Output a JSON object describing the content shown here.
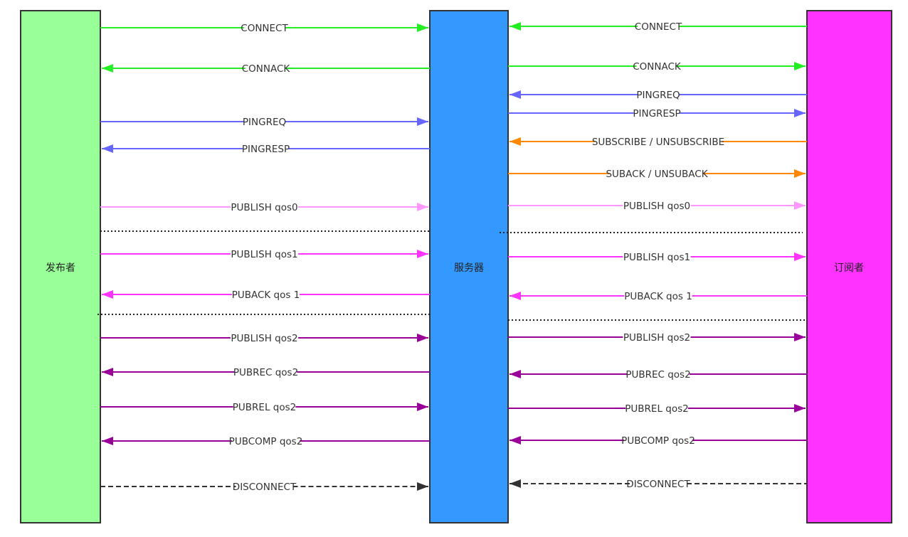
{
  "participants": {
    "publisher": {
      "label": "发布者",
      "color": "#99ff99"
    },
    "broker": {
      "label": "服务器",
      "color": "#3399ff"
    },
    "subscriber": {
      "label": "订阅者",
      "color": "#ff33ff"
    }
  },
  "colors": {
    "connect": "#22ee22",
    "ping": "#6666ff",
    "subscribe": "#ff8800",
    "qos0": "#ff99ff",
    "qos1": "#ff33ff",
    "qos2": "#990099",
    "disconnect": "#333333",
    "separator": "#222222"
  },
  "left_messages": [
    {
      "id": "connect",
      "label": "CONNECT",
      "direction": "to-broker",
      "color_key": "connect",
      "dashed": false
    },
    {
      "id": "connack",
      "label": "CONNACK",
      "direction": "to-client",
      "color_key": "connect",
      "dashed": false
    },
    {
      "id": "pingreq",
      "label": "PINGREQ",
      "direction": "to-broker",
      "color_key": "ping",
      "dashed": false
    },
    {
      "id": "pingresp",
      "label": "PINGRESP",
      "direction": "to-client",
      "color_key": "ping",
      "dashed": false
    },
    {
      "id": "publish-qos0",
      "label": "PUBLISH qos0",
      "direction": "to-broker",
      "color_key": "qos0",
      "dashed": false
    },
    {
      "id": "publish-qos1",
      "label": "PUBLISH qos1",
      "direction": "to-broker",
      "color_key": "qos1",
      "dashed": false
    },
    {
      "id": "puback-qos1",
      "label": "PUBACK qos 1",
      "direction": "to-client",
      "color_key": "qos1",
      "dashed": false
    },
    {
      "id": "publish-qos2",
      "label": "PUBLISH qos2",
      "direction": "to-broker",
      "color_key": "qos2",
      "dashed": false
    },
    {
      "id": "pubrec-qos2",
      "label": "PUBREC qos2",
      "direction": "to-client",
      "color_key": "qos2",
      "dashed": false
    },
    {
      "id": "pubrel-qos2",
      "label": "PUBREL qos2",
      "direction": "to-broker",
      "color_key": "qos2",
      "dashed": false
    },
    {
      "id": "pubcomp-qos2",
      "label": "PUBCOMP qos2",
      "direction": "to-client",
      "color_key": "qos2",
      "dashed": false
    },
    {
      "id": "disconnect",
      "label": "DISCONNECT",
      "direction": "to-broker",
      "color_key": "disconnect",
      "dashed": true
    }
  ],
  "right_messages": [
    {
      "id": "connect",
      "label": "CONNECT",
      "direction": "to-broker",
      "color_key": "connect",
      "dashed": false
    },
    {
      "id": "connack",
      "label": "CONNACK",
      "direction": "to-client",
      "color_key": "connect",
      "dashed": false
    },
    {
      "id": "pingreq",
      "label": "PINGREQ",
      "direction": "to-broker",
      "color_key": "ping",
      "dashed": false
    },
    {
      "id": "pingresp",
      "label": "PINGRESP",
      "direction": "to-client",
      "color_key": "ping",
      "dashed": false
    },
    {
      "id": "subscribe",
      "label": "SUBSCRIBE / UNSUBSCRIBE",
      "direction": "to-broker",
      "color_key": "subscribe",
      "dashed": false
    },
    {
      "id": "suback",
      "label": "SUBACK / UNSUBACK",
      "direction": "to-client",
      "color_key": "subscribe",
      "dashed": false
    },
    {
      "id": "publish-qos0",
      "label": "PUBLISH qos0",
      "direction": "to-client",
      "color_key": "qos0",
      "dashed": false
    },
    {
      "id": "publish-qos1",
      "label": "PUBLISH qos1",
      "direction": "to-client",
      "color_key": "qos1",
      "dashed": false
    },
    {
      "id": "puback-qos1",
      "label": "PUBACK qos 1",
      "direction": "to-broker",
      "color_key": "qos1",
      "dashed": false
    },
    {
      "id": "publish-qos2",
      "label": "PUBLISH qos2",
      "direction": "to-client",
      "color_key": "qos2",
      "dashed": false
    },
    {
      "id": "pubrec-qos2",
      "label": "PUBREC qos2",
      "direction": "to-broker",
      "color_key": "qos2",
      "dashed": false
    },
    {
      "id": "pubrel-qos2",
      "label": "PUBREL qos2",
      "direction": "to-client",
      "color_key": "qos2",
      "dashed": false
    },
    {
      "id": "pubcomp-qos2",
      "label": "PUBCOMP qos2",
      "direction": "to-broker",
      "color_key": "qos2",
      "dashed": false
    },
    {
      "id": "disconnect",
      "label": "DISCONNECT",
      "direction": "to-broker",
      "color_key": "disconnect",
      "dashed": true
    }
  ]
}
